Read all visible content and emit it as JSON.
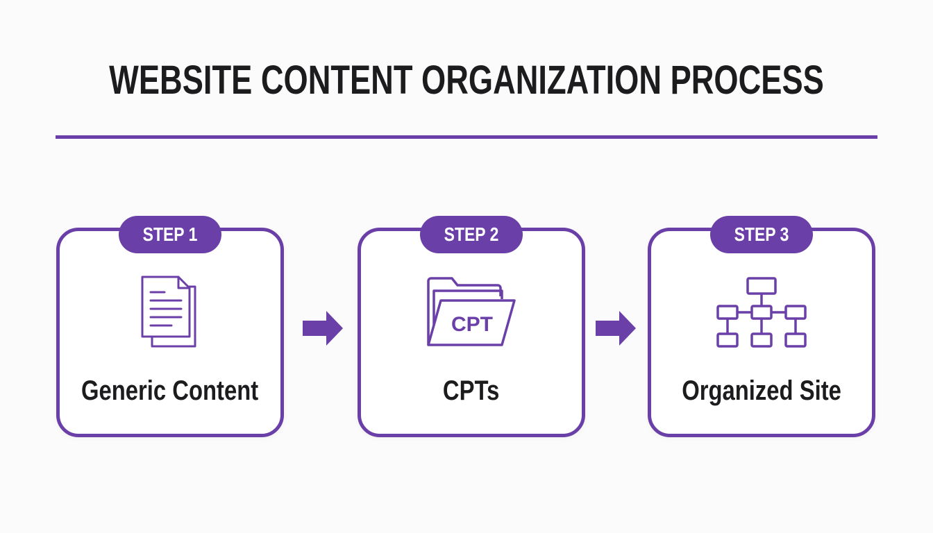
{
  "title": "WEBSITE CONTENT ORGANIZATION PROCESS",
  "colors": {
    "accent": "#6b3fa8",
    "text": "#1c1c1e",
    "background": "#fbfbfc"
  },
  "steps": [
    {
      "badge": "STEP 1",
      "label": "Generic Content",
      "icon": "documents-icon"
    },
    {
      "badge": "STEP 2",
      "label": "CPTs",
      "icon": "folder-icon",
      "icon_text": "CPT"
    },
    {
      "badge": "STEP 3",
      "label": "Organized Site",
      "icon": "sitemap-icon"
    }
  ],
  "connectors": [
    "arrow-right-icon",
    "arrow-right-icon"
  ]
}
